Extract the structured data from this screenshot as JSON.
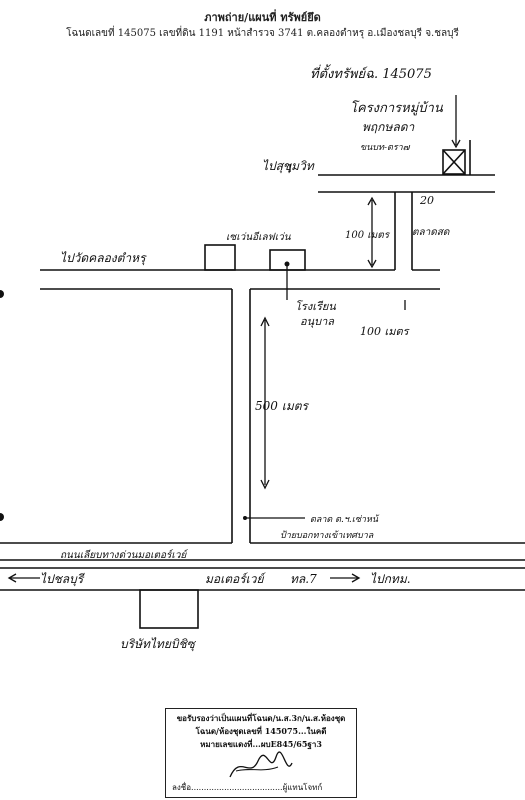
{
  "header": {
    "title": "ภาพถ่าย/แผนที่ ทรัพย์ยึด",
    "subtitle": "โฉนดเลขที่ 145075 เลขที่ดิน 1191 หน้าสำรวจ 3741 ต.คลองตำหรุ อ.เมืองชลบุรี จ.ชลบุรี"
  },
  "labels": {
    "property_location": "ที่ตั้งทรัพย์ฉ. 145075",
    "village_project": "โครงการหมู่บ้าน",
    "village_name": "พฤกษลดา",
    "route_note": "ขนบท-ตรา๗",
    "to_sukhumvit": "ไปสุขุมวิท",
    "dist_20": "20",
    "dist_100_top": "100 เมตร",
    "market": "ตลาดสด",
    "shop_label": "เซเว่นอีเลฟเว่น",
    "to_temple": "ไปวัดคลองตำหรุ",
    "school": "โรงเรียน",
    "school_name": "อนุบาล",
    "dist_100_mid": "100 เมตร",
    "dist_500": "500 เมตร",
    "market_sign": "ตลาด ต.ฯ.เซ่าหน้",
    "landmark_road": "ป้ายบอกทางเข้าเทศบาล",
    "road_outer": "ถนนเลียบทางด่วนมอเตอร์เวย์",
    "to_chonburi": "ไปชลบุรี",
    "motorway": "มอเตอร์เวย์",
    "route_no": "ทล.7",
    "to_bangkok": "ไปกทม.",
    "company": "บริษัทไทยบิชิซุ"
  },
  "certificate": {
    "line1": "ขอรับรองว่าเป็นแผนที่โฉนด/น.ส.3ก/น.ส.ห้องชุด",
    "line2": "โฉนด/ห้องชุดเลขที่ 145075...ในคดี",
    "line3": "หมายเลขแดงที่...ผบE845/65ฐา3",
    "signed": "ลงชื่อ....................................ผู้แทนโจทก์"
  }
}
